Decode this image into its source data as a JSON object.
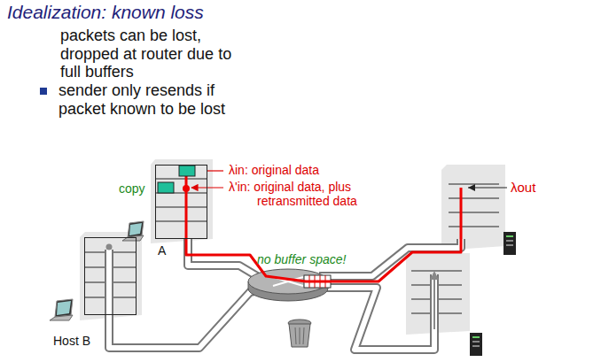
{
  "diagram": {
    "title": "Idealization: known loss",
    "nodes": [
      {
        "text": [
          "A"
        ]
      },
      {
        "text": [
          "Host B"
        ]
      }
    ],
    "labels": [
      "packets can be lost, dropped at router due to full buffers",
      "sender only resends if packet known to be lost",
      "λin: original data",
      "copy",
      "λ'in: original data, plus retransmitted data",
      "no buffer space!",
      "λout"
    ]
  }
}
